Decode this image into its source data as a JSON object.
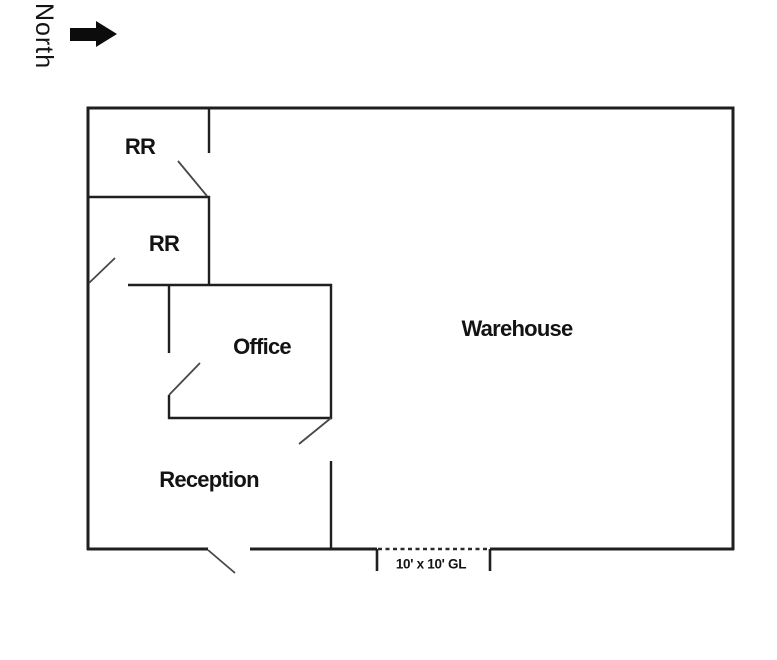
{
  "compass": {
    "label": "North",
    "arrow_icon": "right-arrow",
    "direction_shown": "right"
  },
  "floor_plan": {
    "rooms": [
      {
        "id": "restroom-north",
        "label": "RR"
      },
      {
        "id": "restroom-south",
        "label": "RR"
      },
      {
        "id": "office",
        "label": "Office"
      },
      {
        "id": "warehouse",
        "label": "Warehouse"
      },
      {
        "id": "reception",
        "label": "Reception"
      }
    ],
    "grade_level_door": {
      "label": "10' x 10' GL"
    },
    "door_count": 5
  },
  "colors": {
    "background": "#ffffff",
    "wall": "#1f1f1f",
    "door_swing": "#474747",
    "text": "#131313",
    "arrow": "#0c0c0c"
  }
}
